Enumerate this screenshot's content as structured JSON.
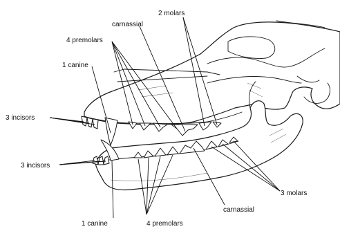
{
  "labels": {
    "upper_carnassial": "carnassial",
    "upper_molars": "2 molars",
    "upper_premolars": "4 premolars",
    "upper_canine": "1 canine",
    "upper_incisors": "3 incisors",
    "lower_incisors": "3 incisors",
    "lower_molars": "3 molars",
    "lower_carnassial": "carnassial",
    "lower_canine": "1 canine",
    "lower_premolars": "4 premolars"
  }
}
